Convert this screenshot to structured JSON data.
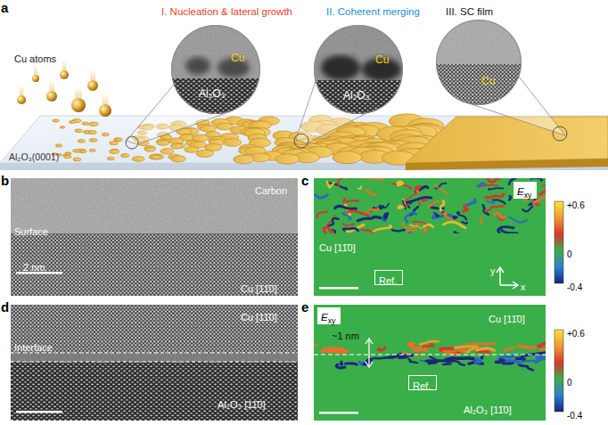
{
  "diagram": {
    "nodes": [
      {
        "text": [
          "Cu",
          "Al₂O₃"
        ]
      },
      {
        "text": [
          "Cu",
          "Al₂O₃"
        ]
      },
      {
        "text": [
          "Cu"
        ]
      },
      {
        "text": [
          "Exy"
        ]
      },
      {
        "text": [
          "Ref."
        ]
      },
      {
        "text": [
          "Exy"
        ]
      },
      {
        "text": [
          "Ref."
        ]
      }
    ],
    "labels": [
      "a",
      "I. Nucleation & lateral growth",
      "II. Coherent merging",
      "III. SC film",
      "Cu atoms",
      "Al₂O₃(0001)",
      "b",
      "Carbon",
      "Surface",
      "2 nm",
      "Cu [11̄0]",
      "c",
      "+0.6",
      "0",
      "-0.4",
      "Cu [11̄0]",
      "y",
      "x",
      "d",
      "Cu [11̄0]",
      "Interface",
      "Al₂O₃ [11̄0]",
      "e",
      "Cu [11̄0]",
      "~1 nm",
      "Al₂O₃ [11̄0]",
      "+0.6",
      "0",
      "-0.4"
    ]
  }
}
